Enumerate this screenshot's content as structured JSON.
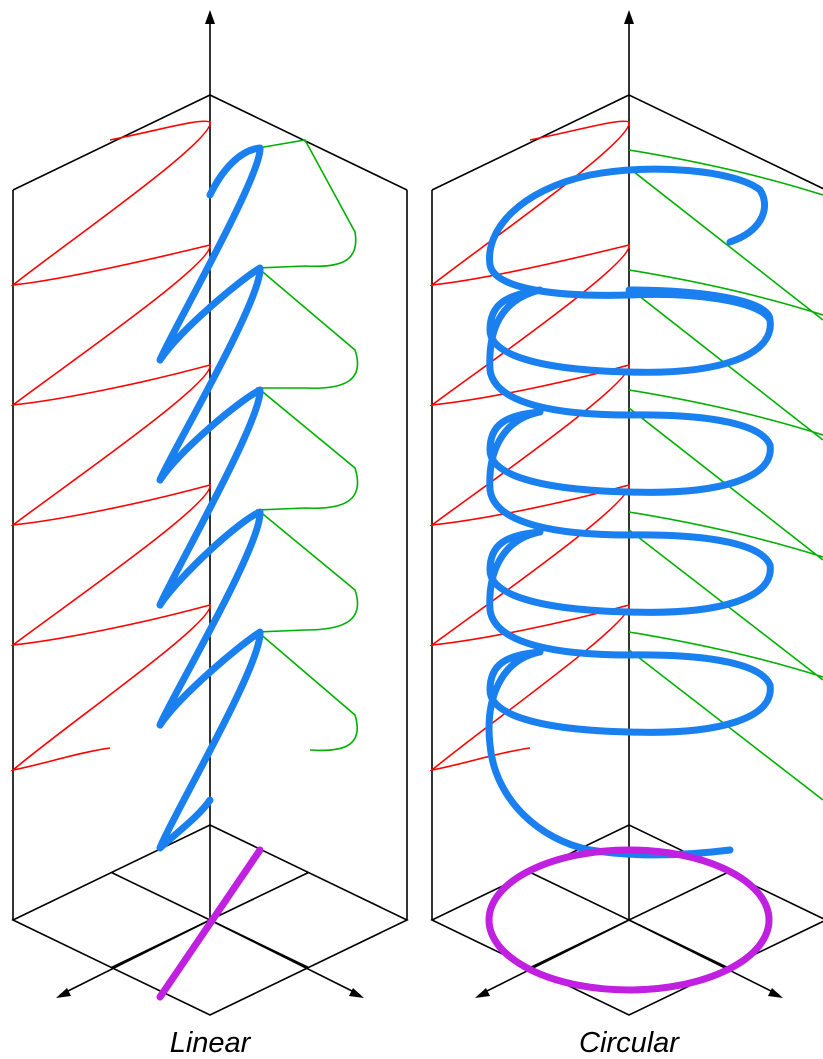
{
  "panels": [
    {
      "id": "linear",
      "caption": "Linear"
    },
    {
      "id": "circular",
      "caption": "Circular"
    }
  ],
  "colors": {
    "frame": "#000000",
    "x_component": "#ff0000",
    "y_component": "#00b000",
    "resultant_field": "#1a80f0",
    "projection": "#c020e0",
    "background": "#ffffff"
  }
}
